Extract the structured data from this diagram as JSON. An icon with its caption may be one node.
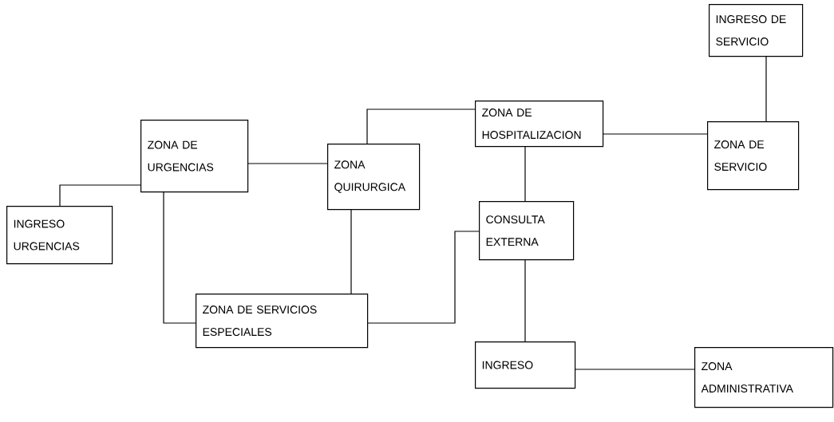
{
  "diagram": {
    "nodes": [
      {
        "text": [
          "INGRESO DE SERVICIO"
        ]
      },
      {
        "text": [
          "ZONA DE HOSPITALIZACION"
        ]
      },
      {
        "text": [
          "ZONA DE URGENCIAS"
        ]
      },
      {
        "text": [
          "ZONA QUIRURGICA"
        ]
      },
      {
        "text": [
          "ZONA DE SERVICIO"
        ]
      },
      {
        "text": [
          "INGRESO URGENCIAS"
        ]
      },
      {
        "text": [
          "CONSULTA EXTERNA"
        ]
      },
      {
        "text": [
          "ZONA DE SERVICIOS ESPECIALES"
        ]
      },
      {
        "text": [
          "INGRESO"
        ]
      },
      {
        "text": [
          "ZONA ADMINISTRATIVA"
        ]
      }
    ],
    "edges": [
      {
        "from": 5,
        "to": 2,
        "arrow": "none"
      },
      {
        "from": 2,
        "to": 3,
        "arrow": "none"
      },
      {
        "from": 3,
        "to": 1,
        "arrow": "none"
      },
      {
        "from": 1,
        "to": 4,
        "arrow": "none"
      },
      {
        "from": 0,
        "to": 4,
        "arrow": "none"
      },
      {
        "from": 1,
        "to": 6,
        "arrow": "none"
      },
      {
        "from": 2,
        "to": 7,
        "arrow": "none"
      },
      {
        "from": 3,
        "to": 7,
        "arrow": "none"
      },
      {
        "from": 7,
        "to": 6,
        "arrow": "none"
      },
      {
        "from": 6,
        "to": 8,
        "arrow": "none"
      },
      {
        "from": 8,
        "to": 9,
        "arrow": "none"
      }
    ]
  }
}
